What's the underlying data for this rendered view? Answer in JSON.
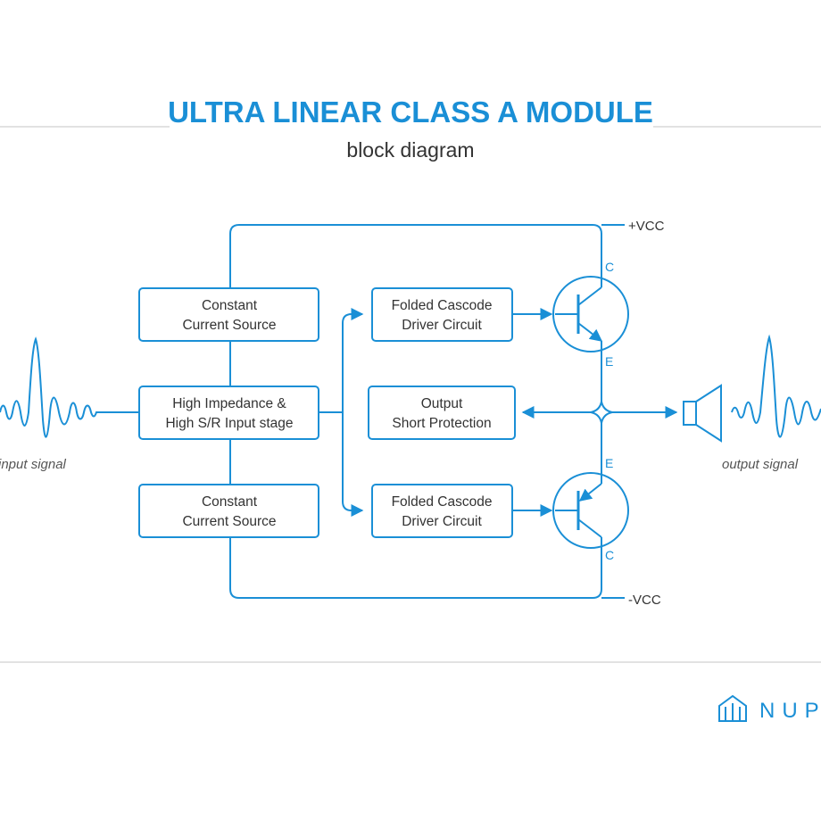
{
  "header": {
    "title": "ULTRA LINEAR CLASS A MODULE",
    "subtitle": "block diagram"
  },
  "blocks": {
    "ccs_top": [
      "Constant",
      "Current Source"
    ],
    "input_stage": [
      "High Impedance &",
      "High S/R Input stage"
    ],
    "ccs_bottom": [
      "Constant",
      "Current Source"
    ],
    "driver_top": [
      "Folded Cascode",
      "Driver Circuit"
    ],
    "protection": [
      "Output",
      "Short Protection"
    ],
    "driver_bottom": [
      "Folded Cascode",
      "Driver Circuit"
    ]
  },
  "rails": {
    "positive": "+VCC",
    "negative": "-VCC"
  },
  "transistors": {
    "top": {
      "collector": "C",
      "emitter": "E"
    },
    "bottom": {
      "emitter": "E",
      "collector": "C"
    }
  },
  "signals": {
    "input": "input signal",
    "output": "output signal"
  },
  "brand": {
    "name": "NUP"
  },
  "colors": {
    "accent": "#1a8fd6",
    "text": "#333333",
    "divider": "#d9d9d9"
  },
  "icons": [
    "input-waveform-icon",
    "output-waveform-icon",
    "speaker-icon",
    "brand-logo-icon",
    "npn-transistor-icon",
    "pnp-transistor-icon"
  ]
}
